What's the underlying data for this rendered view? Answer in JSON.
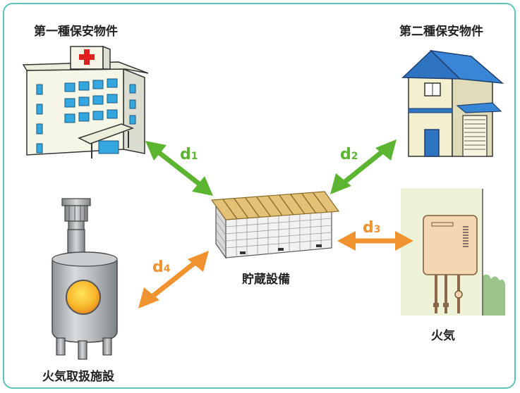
{
  "labels": {
    "hospital": "第一種保安物件",
    "house": "第二種保安物件",
    "storage": "貯蔵設備",
    "fire": "火気",
    "facility": "火気取扱施設"
  },
  "distances": {
    "d1": {
      "main": "d",
      "sub": "1"
    },
    "d2": {
      "main": "d",
      "sub": "2"
    },
    "d3": {
      "main": "d",
      "sub": "3"
    },
    "d4": {
      "main": "d",
      "sub": "4"
    }
  },
  "colors": {
    "frame": "#5fc4b8",
    "green_arrow": "#5cb531",
    "orange_arrow": "#f0922e"
  },
  "icons": [
    "hospital-icon",
    "house-icon",
    "storage-warehouse-icon",
    "water-heater-icon",
    "stove-heater-icon"
  ]
}
